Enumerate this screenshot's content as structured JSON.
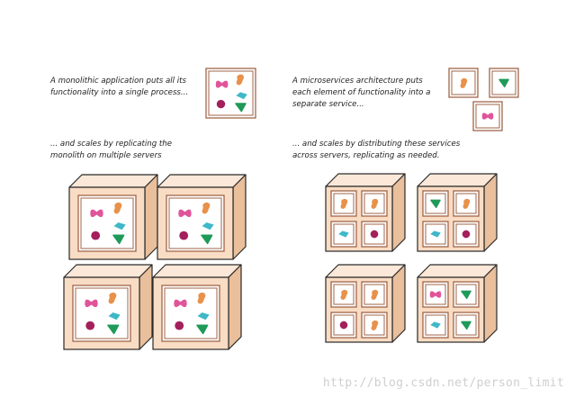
{
  "captions": {
    "monolith_intro": "A monolithic application puts all its\nfunctionality into a single process...",
    "monolith_scale": "... and scales by replicating the\nmonolith on multiple servers",
    "micro_intro": "A microservices architecture puts\neach element of functionality into a\nseparate service...",
    "micro_scale": "... and scales by distributing these services\nacross servers, replicating as needed."
  },
  "watermark": "http://blog.csdn.net/person_limit",
  "colors": {
    "orange": "#e8914a",
    "pink": "#e0559a",
    "cyan": "#3fb8c8",
    "magenta": "#a3205c",
    "green": "#1f9a58",
    "server_front": "#f9dcc4",
    "server_side": "#e9bf9c",
    "server_top": "#fbe8d8",
    "outline": "#2a2a2a",
    "frame": "#a0664a"
  },
  "monolith_icons": [
    "orange-blob",
    "pink-bowtie",
    "cyan-diamond",
    "magenta-circle",
    "green-triangle"
  ],
  "micro_services": [
    "orange-blob",
    "green-triangle",
    "pink-bowtie"
  ],
  "micro_servers": [
    [
      "orange-blob",
      "orange-blob",
      "cyan-diamond",
      "magenta-circle"
    ],
    [
      "green-triangle",
      "orange-blob",
      "cyan-diamond",
      "magenta-circle"
    ],
    [
      "orange-blob",
      "orange-blob",
      "magenta-circle",
      "orange-blob"
    ],
    [
      "pink-bowtie",
      "green-triangle",
      "cyan-diamond",
      "green-triangle"
    ]
  ]
}
